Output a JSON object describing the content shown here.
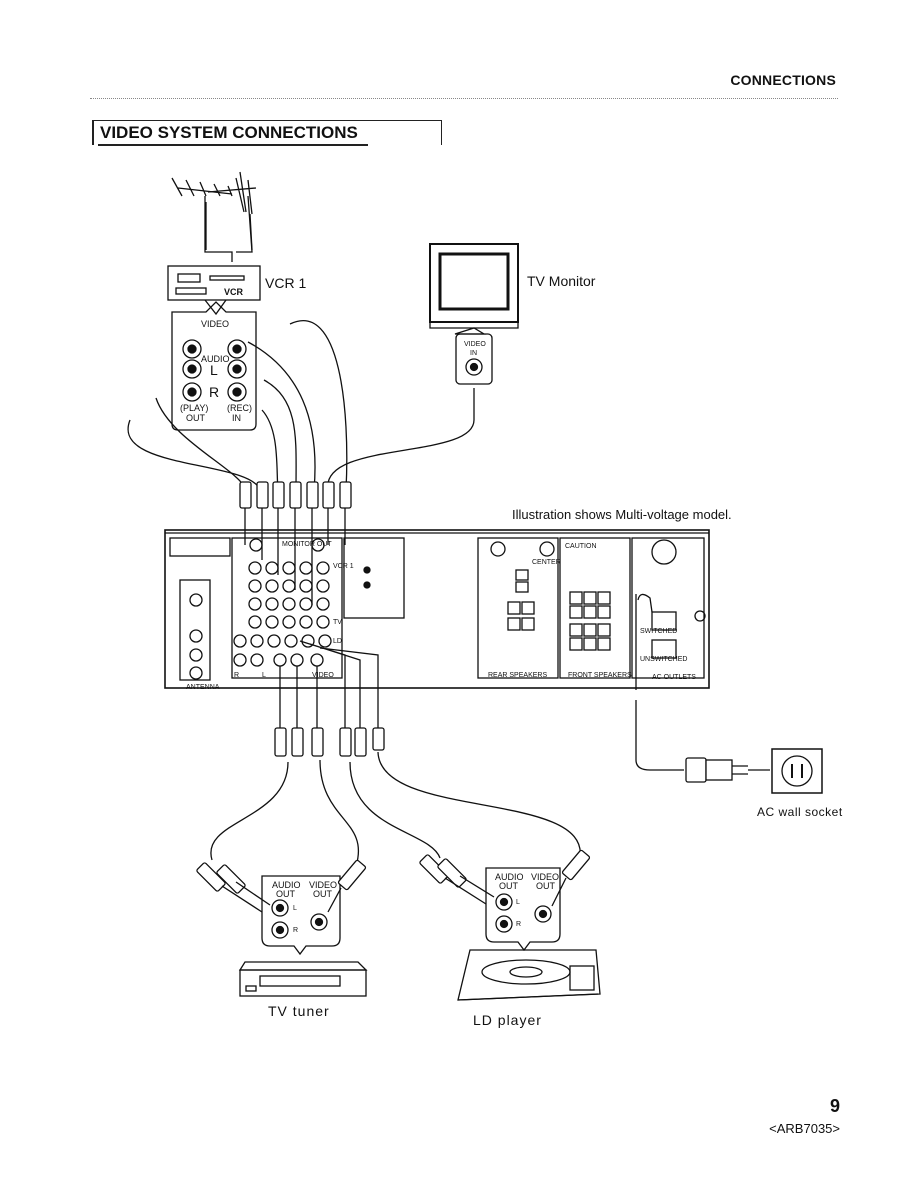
{
  "header": {
    "section": "CONNECTIONS"
  },
  "title": "VIDEO SYSTEM CONNECTIONS",
  "note": "Illustration shows Multi-voltage model.",
  "devices": {
    "vcr": {
      "label": "VCR 1",
      "badge": "VCR",
      "panel": {
        "video": "VIDEO",
        "audio": "AUDIO",
        "l": "L",
        "r": "R",
        "play": "(PLAY)",
        "out": "OUT",
        "rec": "(REC)",
        "in": "IN"
      }
    },
    "tv_monitor": {
      "label": "TV Monitor",
      "panel": {
        "video": "VIDEO",
        "in": "IN"
      }
    },
    "tv_tuner": {
      "label": "TV tuner",
      "panel": {
        "audio": "AUDIO",
        "out1": "OUT",
        "video": "VIDEO",
        "out2": "OUT",
        "l": "L",
        "r": "R"
      }
    },
    "ld_player": {
      "label": "LD player",
      "panel": {
        "audio": "AUDIO",
        "out1": "OUT",
        "video": "VIDEO",
        "out2": "OUT",
        "l": "L",
        "r": "R"
      }
    },
    "ac_socket": {
      "label": "AC wall socket"
    }
  },
  "receiver_labels": {
    "monitor_out": "MONITOR OUT",
    "tv": "TV",
    "vcr1": "VCR 1",
    "ld": "LD",
    "video": "VIDEO",
    "r": "R",
    "l": "L",
    "caution": "CAUTION",
    "switched": "SWITCHED",
    "unswitched": "UNSWITCHED",
    "front_speakers": "FRONT SPEAKERS",
    "rear_speakers": "REAR SPEAKERS",
    "center": "CENTER",
    "ac_outlets": "AC OUTLETS",
    "antenna": "ANTENNA"
  },
  "footer": {
    "page": "9",
    "doc_id": "<ARB7035>"
  }
}
